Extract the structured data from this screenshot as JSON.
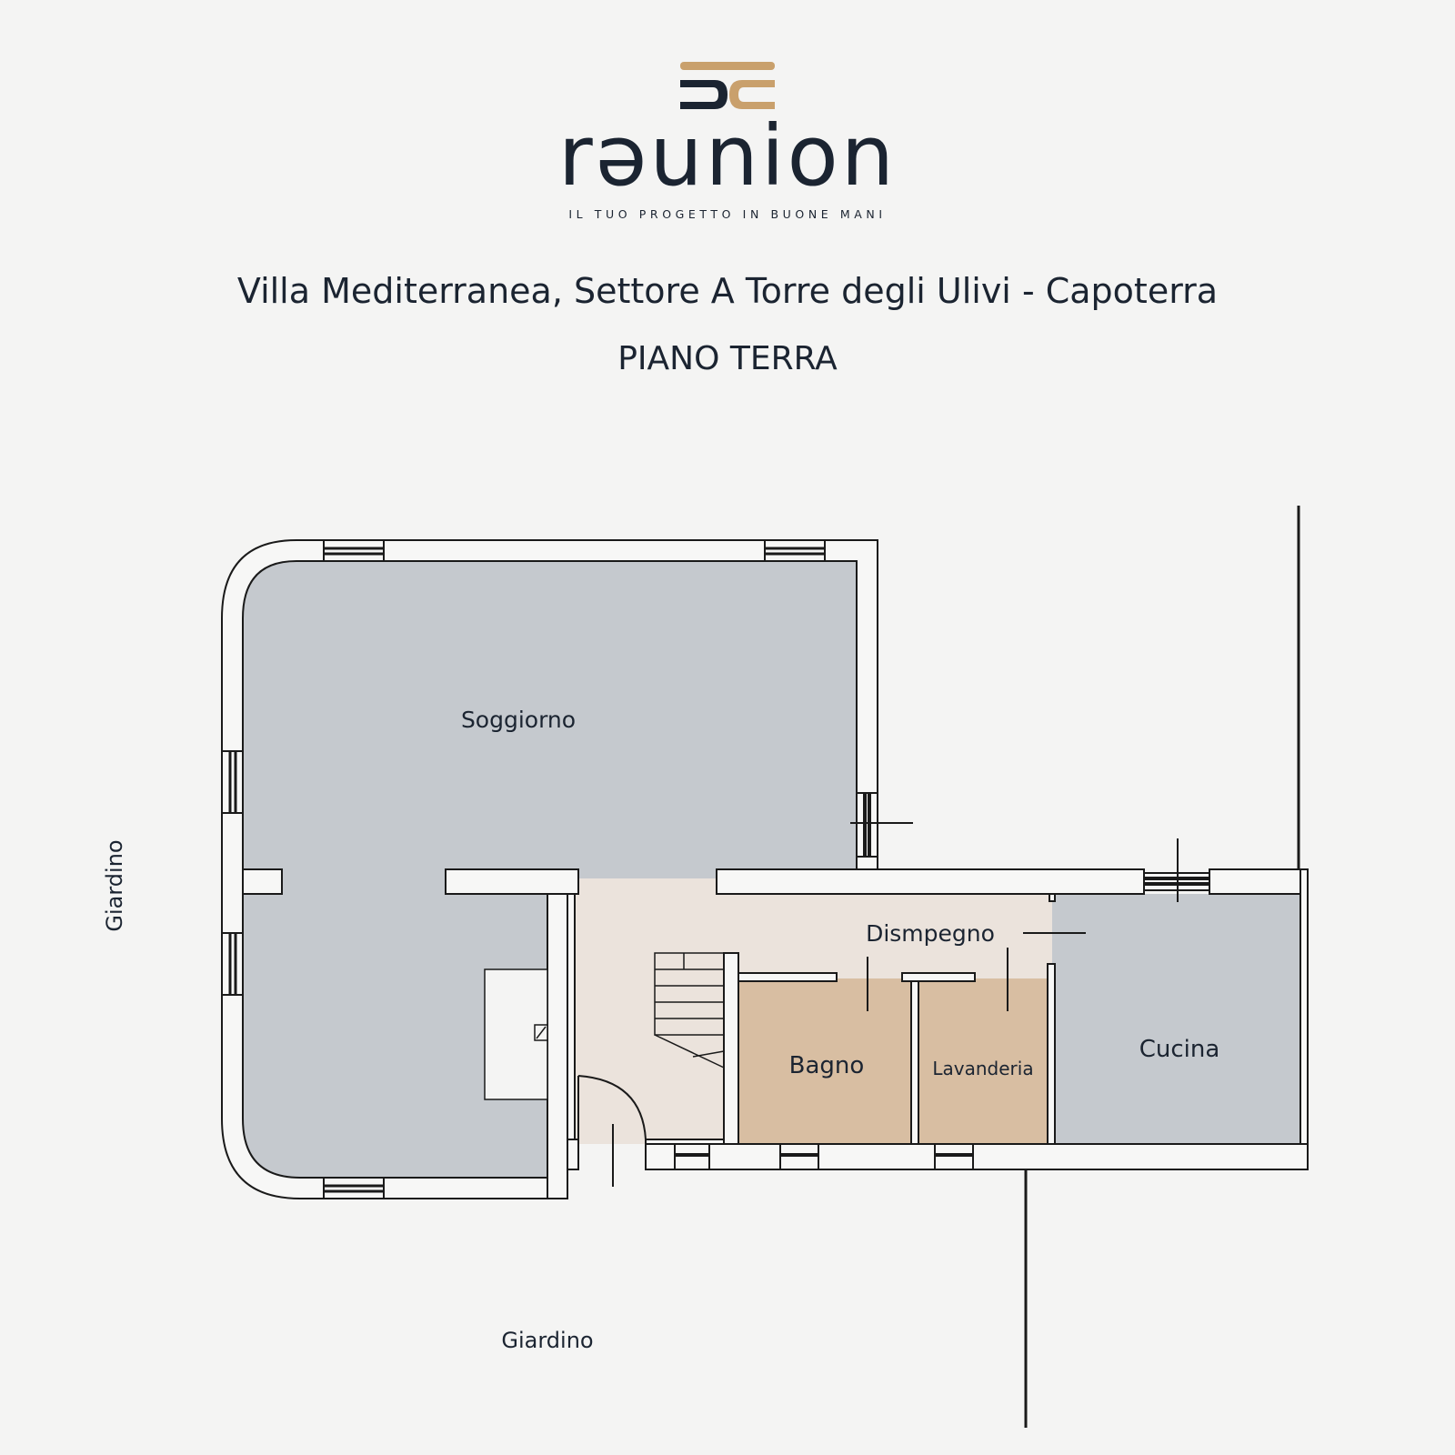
{
  "brand": {
    "name": "rǝunion",
    "tagline": "IL TUO PROGETTO IN BUONE MANI",
    "colors": {
      "navy": "#1b2431",
      "gold": "#c9a06c"
    }
  },
  "header": {
    "title": "Villa Mediterranea, Settore A Torre degli Ulivi - Capoterra",
    "subtitle": "PIANO TERRA"
  },
  "plan": {
    "rooms": {
      "soggiorno": "Soggiorno",
      "disimpegno": "Dismpegno",
      "bagno": "Bagno",
      "lavanderia": "Lavanderia",
      "cucina": "Cucina"
    },
    "outside": {
      "garden_left": "Giardino",
      "garden_bottom": "Giardino"
    },
    "colors": {
      "gray_room": "#c5c9ce",
      "beige_room": "#ebe3dc",
      "tan_room": "#d8bea2",
      "wall": "#1a1a1a",
      "wall_fill": "#f7f7f6"
    }
  }
}
